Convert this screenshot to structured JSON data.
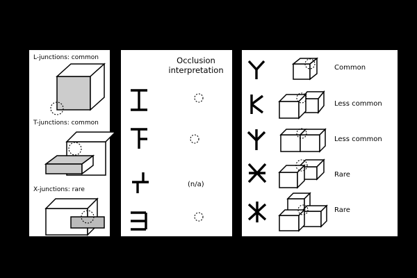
{
  "junction_panel": {
    "l_label": "L-junctions: common",
    "t_label": "T-junctions: common",
    "x_label": "X-junctions: rare"
  },
  "occlusion_panel": {
    "header_line1": "Occlusion",
    "header_line2": "interpretation",
    "na_label": "(n/a)"
  },
  "frequency_panel": {
    "rows": [
      {
        "label": "Common"
      },
      {
        "label": "Less common"
      },
      {
        "label": "Less common"
      },
      {
        "label": "Rare"
      },
      {
        "label": "Rare"
      }
    ]
  },
  "colors": {
    "background": "#000000",
    "panel": "#ffffff",
    "shaded_face": "#cccccc"
  }
}
